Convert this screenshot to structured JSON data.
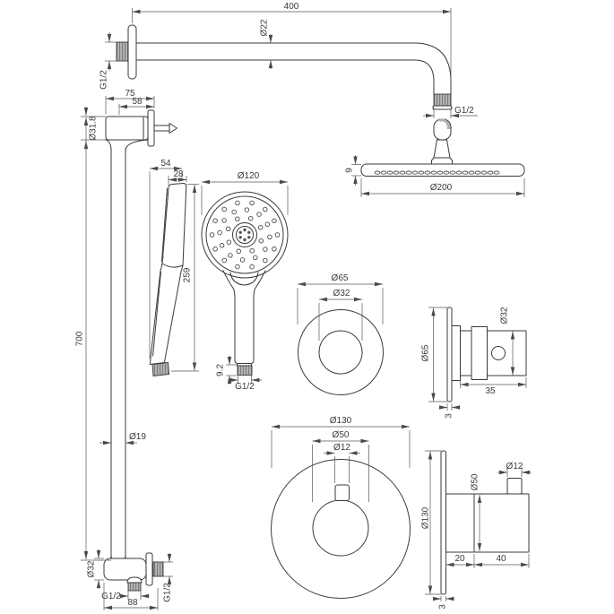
{
  "drawing": {
    "type": "technical-dimension-drawing",
    "subject": "thermostatic shower set with overhead shower, hand shower, slide rail and mixer trims",
    "colors": {
      "background": "#ffffff",
      "object_line": "#3a3a3a",
      "dimension_line": "#565656",
      "thread_fill": "#b4b4b4",
      "text": "#3a3a3a"
    },
    "labels": {
      "arm_length": "400",
      "arm_diameter": "Ø22",
      "arm_wall_thread": "G1/2",
      "arm_outlet_thread": "G1/2",
      "head_thickness": "9",
      "head_diameter": "Ø200",
      "bracket_total_width": "75",
      "bracket_body_width": "58",
      "bracket_diameter": "Ø31.8",
      "hand_shower_depth": "54",
      "hand_shower_head_thickness": "28",
      "hand_shower_diameter": "Ø120",
      "hand_shower_length": "259",
      "hand_shower_thread_length": "9.2",
      "hand_shower_thread": "G1/2",
      "rail_length": "700",
      "rail_diameter": "Ø19",
      "small_trim_plate_diameter": "Ø65",
      "small_trim_handle_diameter_front": "Ø32",
      "small_trim_plate_diameter_side": "Ø65",
      "small_trim_handle_diameter_side": "Ø32",
      "small_trim_depth": "35",
      "small_trim_plate_thickness": "3",
      "large_trim_plate_diameter": "Ø130",
      "large_trim_knob_diameter": "Ø50",
      "large_trim_pin_diameter": "Ø12",
      "large_trim_plate_diameter_side": "Ø130",
      "large_trim_knob_diameter_side": "Ø50",
      "large_trim_pin_diameter_side": "Ø12",
      "large_trim_sleeve_depth": "20",
      "large_trim_knob_depth": "40",
      "large_trim_plate_thickness": "3",
      "elbow_diameter": "Ø32",
      "elbow_outlet_thread": "G1/2",
      "elbow_wall_thread": "G1/2",
      "elbow_width": "88"
    }
  }
}
